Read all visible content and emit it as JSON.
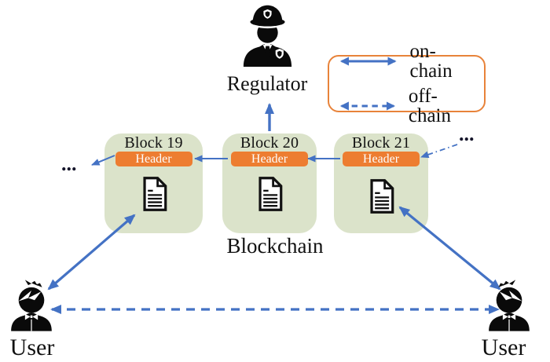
{
  "regulator": {
    "label": "Regulator"
  },
  "blockchain_label": "Blockchain",
  "blocks": [
    {
      "title": "Block 19",
      "header_label": "Header"
    },
    {
      "title": "Block 20",
      "header_label": "Header"
    },
    {
      "title": "Block 21",
      "header_label": "Header"
    }
  ],
  "users": [
    {
      "label": "User"
    },
    {
      "label": "User"
    }
  ],
  "legend": {
    "items": [
      {
        "label": "on-chain",
        "style": "solid"
      },
      {
        "label": "off-chain",
        "style": "dashed"
      }
    ]
  },
  "ellipsis_left": "...",
  "ellipsis_right": "...",
  "colors": {
    "arrow_blue": "#4472c4",
    "header_orange": "#ed7d31",
    "block_green": "#dbe3ca",
    "legend_border": "#e8833a"
  }
}
